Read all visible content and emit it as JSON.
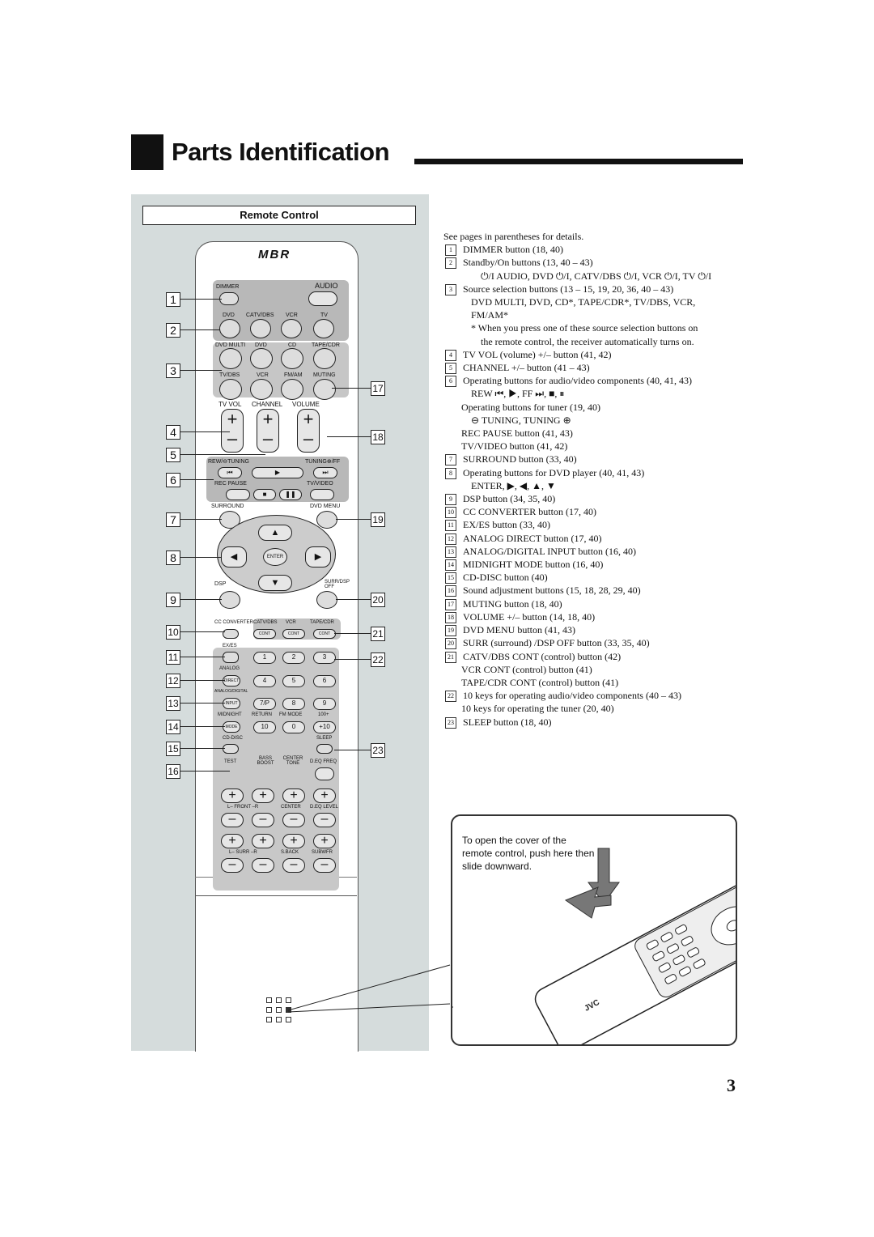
{
  "header": {
    "title": "Parts Identification"
  },
  "panel": {
    "subtitle": "Remote Control"
  },
  "remote": {
    "logo": "MBR",
    "labels": {
      "dimmer": "DIMMER",
      "audio": "AUDIO",
      "dvd": "DVD",
      "catv_dbs": "CATV/DBS",
      "vcr": "VCR",
      "tv": "TV",
      "dvd_multi": "DVD MULTI",
      "dvd2": "DVD",
      "cd": "CD",
      "tape_cdr": "TAPE/CDR",
      "tv_dbs": "TV/DBS",
      "vcr2": "VCR",
      "fm_am": "FM/AM",
      "muting": "MUTING",
      "tv_vol": "TV VOL",
      "channel": "CHANNEL",
      "volume": "VOLUME",
      "rew_tuning": "REW/⊖TUNING",
      "tuning_ff": "TUNING⊕/FF",
      "rec_pause": "REC PAUSE",
      "tv_video": "TV/VIDEO",
      "surround": "SURROUND",
      "dvd_menu": "DVD MENU",
      "enter": "ENTER",
      "dsp": "DSP",
      "surr_dsp_off": "SURR/DSP OFF",
      "cc_converter": "CC CONVERTER",
      "catv_dbs2": "CATV/DBS",
      "vcr3": "VCR",
      "tape_cdr2": "TAPE/CDR",
      "cont": "CONT",
      "ex_es": "EX/ES",
      "analog": "ANALOG",
      "direct": "DIRECT",
      "analog_digital": "ANALOG/DIGITAL",
      "input": "INPUT",
      "midnight": "MIDNIGHT",
      "return": "RETURN",
      "fm_mode": "FM MODE",
      "plus100": "100+",
      "mode": "MODE",
      "ten": "10",
      "zero": "0",
      "plus10": "+10",
      "cd_disc": "CD-DISC",
      "sleep": "SLEEP",
      "test": "TEST",
      "bass_boost": "BASS BOOST",
      "center_tone": "CENTER TONE",
      "deq_freq": "D.EQ FREQ",
      "front": "L– FRONT –R",
      "center": "CENTER",
      "deq_level": "D.EQ LEVEL",
      "surr": "L– SURR –R",
      "sback": "S.BACK",
      "subwfr": "SUBWFR"
    },
    "keys": [
      "1",
      "2",
      "3",
      "4",
      "5",
      "6",
      "7/P",
      "8",
      "9"
    ]
  },
  "callouts_left": [
    "1",
    "2",
    "3",
    "4",
    "5",
    "6",
    "7",
    "8",
    "9",
    "10",
    "11",
    "12",
    "13",
    "14",
    "15",
    "16"
  ],
  "callouts_right": [
    "17",
    "18",
    "19",
    "20",
    "21",
    "22",
    "23"
  ],
  "descriptions": {
    "intro": "See pages in parentheses for details.",
    "items": [
      {
        "n": "1",
        "text": "DIMMER button (18, 40)"
      },
      {
        "n": "2",
        "text": "Standby/On buttons (13, 40 – 43)"
      },
      {
        "n": "",
        "text": "⏻/I AUDIO, DVD ⏻/I, CATV/DBS ⏻/I, VCR ⏻/I, TV ⏻/I",
        "indent": 2
      },
      {
        "n": "3",
        "text": "Source selection buttons (13 – 15, 19, 20, 36, 40 – 43)"
      },
      {
        "n": "",
        "text": "DVD MULTI, DVD, CD*, TAPE/CDR*, TV/DBS, VCR,",
        "indent": 1
      },
      {
        "n": "",
        "text": "FM/AM*",
        "indent": 1
      },
      {
        "n": "",
        "text": "* When you press one of these source selection buttons on",
        "indent": 1
      },
      {
        "n": "",
        "text": "the remote control, the receiver automatically turns on.",
        "indent": 2
      },
      {
        "n": "4",
        "text": "TV VOL (volume) +/– button (41, 42)"
      },
      {
        "n": "5",
        "text": "CHANNEL +/– button (41 – 43)"
      },
      {
        "n": "6",
        "text": "Operating buttons for audio/video components (40, 41, 43)"
      },
      {
        "n": "",
        "text": "REW ⏮, ▶, FF ⏭, ■, ⏸",
        "indent": 1
      },
      {
        "n": "",
        "text": "Operating buttons for tuner (19, 40)",
        "indent": 3
      },
      {
        "n": "",
        "text": "⊖ TUNING, TUNING ⊕",
        "indent": 1
      },
      {
        "n": "",
        "text": "REC PAUSE button (41, 43)",
        "indent": 3
      },
      {
        "n": "",
        "text": "TV/VIDEO button (41, 42)",
        "indent": 3
      },
      {
        "n": "7",
        "text": "SURROUND button (33, 40)"
      },
      {
        "n": "8",
        "text": "Operating buttons for DVD player (40, 41, 43)"
      },
      {
        "n": "",
        "text": "ENTER, ▶, ◀, ▲, ▼",
        "indent": 1
      },
      {
        "n": "9",
        "text": "DSP button (34, 35, 40)"
      },
      {
        "n": "10",
        "text": "CC CONVERTER button (17, 40)"
      },
      {
        "n": "11",
        "text": "EX/ES button (33, 40)"
      },
      {
        "n": "12",
        "text": "ANALOG DIRECT button (17, 40)"
      },
      {
        "n": "13",
        "text": "ANALOG/DIGITAL INPUT button (16, 40)"
      },
      {
        "n": "14",
        "text": "MIDNIGHT MODE button (16, 40)"
      },
      {
        "n": "15",
        "text": "CD-DISC button (40)"
      },
      {
        "n": "16",
        "text": "Sound adjustment buttons (15, 18, 28, 29, 40)"
      },
      {
        "n": "17",
        "text": "MUTING button (18, 40)"
      },
      {
        "n": "18",
        "text": "VOLUME +/– button (14, 18, 40)"
      },
      {
        "n": "19",
        "text": "DVD MENU button (41, 43)"
      },
      {
        "n": "20",
        "text": "SURR (surround) /DSP OFF button (33, 35, 40)"
      },
      {
        "n": "21",
        "text": "CATV/DBS CONT (control) button (42)"
      },
      {
        "n": "",
        "text": "VCR CONT (control) button (41)",
        "indent": 3
      },
      {
        "n": "",
        "text": "TAPE/CDR CONT (control) button (41)",
        "indent": 3
      },
      {
        "n": "22",
        "text": "10 keys for operating audio/video components (40 – 43)"
      },
      {
        "n": "",
        "text": "10 keys for operating the tuner (20, 40)",
        "indent": 3
      },
      {
        "n": "23",
        "text": "SLEEP button (18, 40)"
      }
    ]
  },
  "inset": {
    "text": "To open the cover of the remote control, push here then slide downward."
  },
  "page_number": "3"
}
